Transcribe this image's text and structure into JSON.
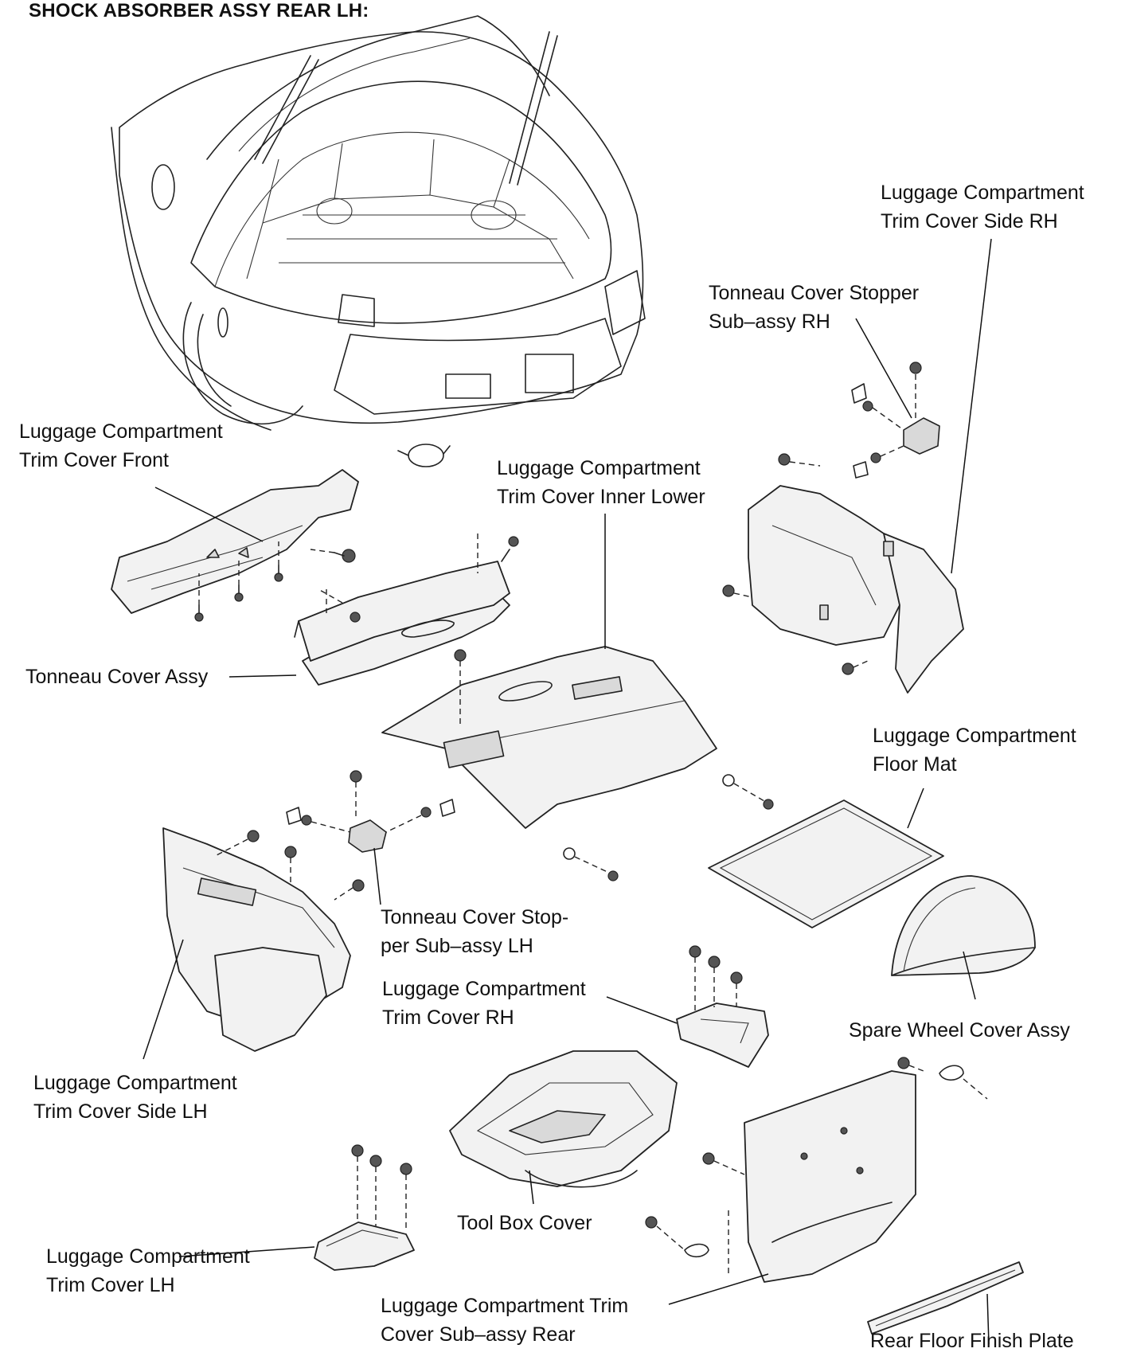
{
  "title": "SHOCK ABSORBER ASSY REAR LH:",
  "labels": {
    "trim_side_rh": [
      "Luggage Compartment",
      "Trim Cover Side RH"
    ],
    "stopper_rh": [
      "Tonneau Cover Stopper",
      "Sub–assy RH"
    ],
    "trim_front": [
      "Luggage Compartment",
      "Trim Cover Front"
    ],
    "inner_lower": [
      "Luggage Compartment",
      "Trim Cover Inner Lower"
    ],
    "tonneau_assy": "Tonneau Cover Assy",
    "floor_mat": [
      "Luggage Compartment",
      "Floor Mat"
    ],
    "stopper_lh": [
      "Tonneau Cover Stop-",
      "per Sub–assy LH"
    ],
    "trim_rh": [
      "Luggage Compartment",
      "Trim Cover RH"
    ],
    "spare_wheel": "Spare Wheel Cover Assy",
    "trim_side_lh": [
      "Luggage Compartment",
      "Trim Cover Side LH"
    ],
    "tool_box": "Tool Box Cover",
    "trim_lh": [
      "Luggage Compartment",
      "Trim Cover LH"
    ],
    "trim_rear": [
      "Luggage Compartment Trim",
      "Cover Sub–assy Rear"
    ],
    "finish_plate": "Rear Floor Finish Plate"
  }
}
